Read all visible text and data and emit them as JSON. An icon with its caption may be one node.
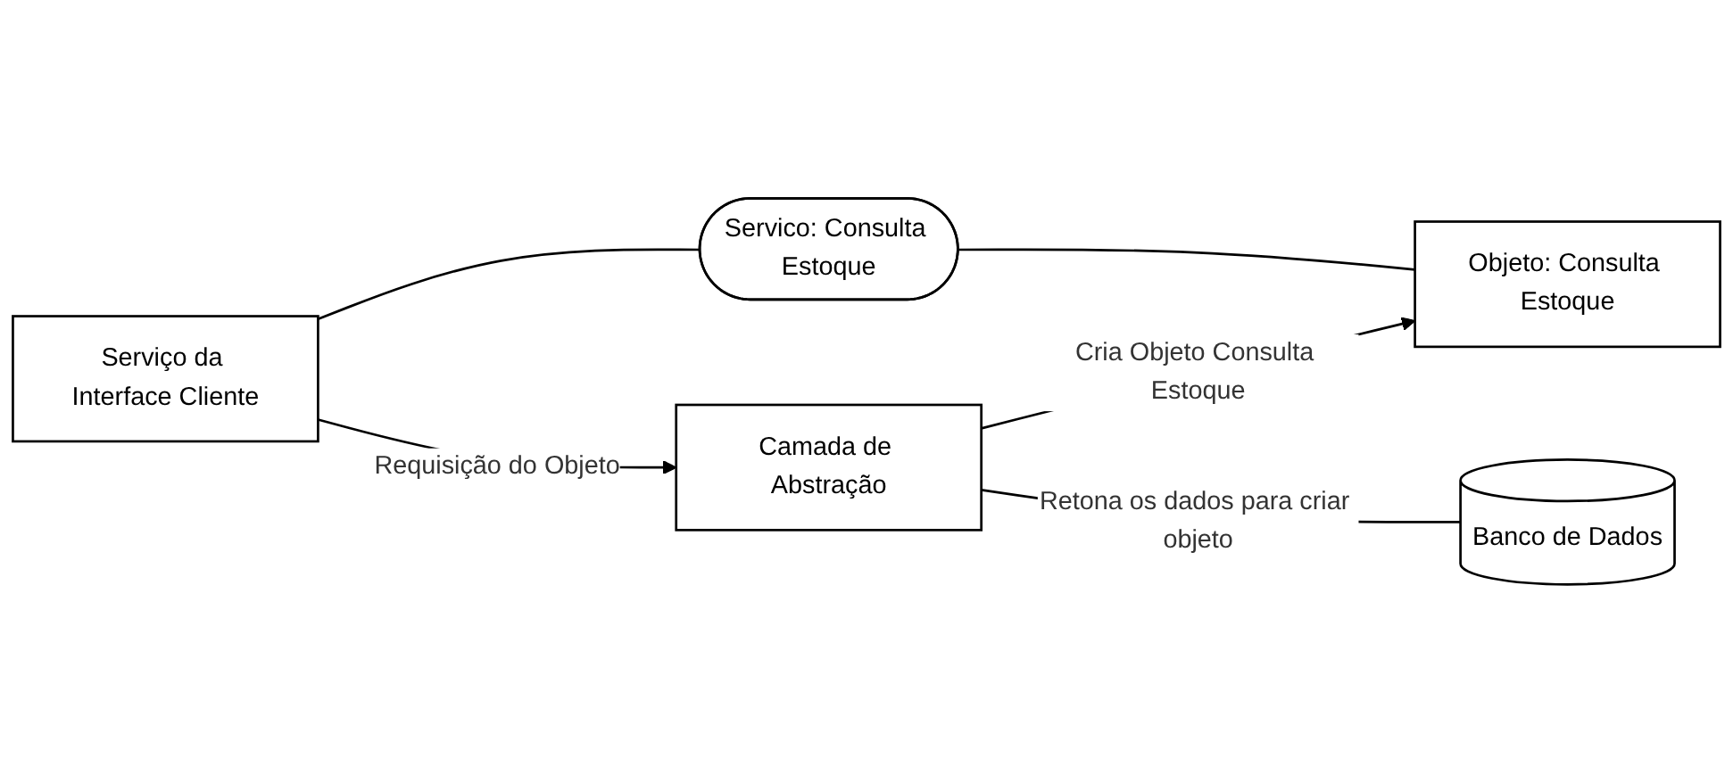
{
  "diagram": {
    "nodes": [
      {
        "text": [
          "Serviço da Interface Cliente"
        ]
      },
      {
        "text": [
          "Servico: Consulta Estoque"
        ]
      },
      {
        "text": [
          "Objeto: Consulta Estoque"
        ]
      },
      {
        "text": [
          "Camada de Abstração"
        ]
      },
      {
        "text": [
          "Banco de Dados"
        ]
      }
    ],
    "edges": [
      {
        "from": 0,
        "to": 1,
        "arrow": "none"
      },
      {
        "from": 1,
        "to": 2,
        "arrow": "none"
      },
      {
        "from": 0,
        "to": 3,
        "arrow": "to",
        "label": "Requisição do Objeto"
      },
      {
        "from": 3,
        "to": 2,
        "arrow": "to",
        "label": "Cria Objeto Consulta Estoque"
      },
      {
        "from": 3,
        "to": 4,
        "arrow": "none",
        "label": "Retona os dados para criar objeto"
      }
    ]
  }
}
